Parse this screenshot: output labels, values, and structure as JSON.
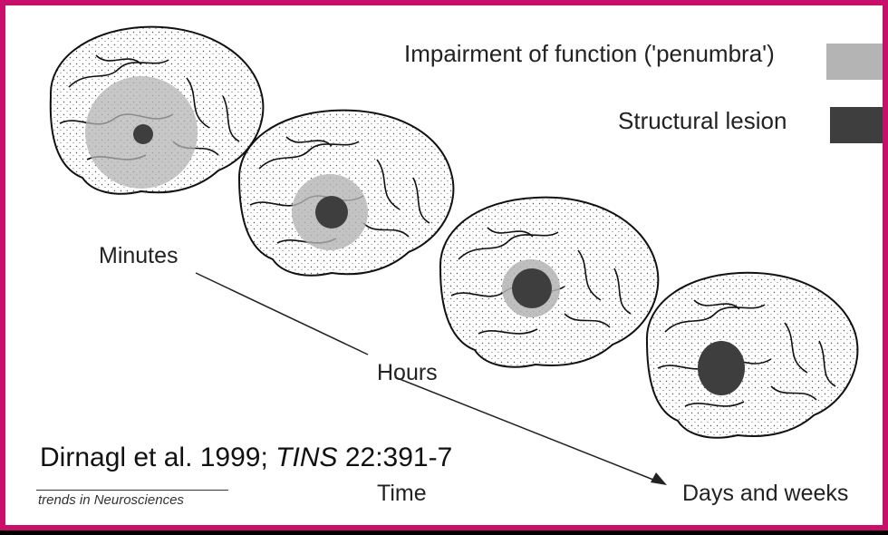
{
  "legend": {
    "penumbra_label": "Impairment of function ('penumbra')",
    "lesion_label": "Structural lesion",
    "penumbra_color": "#b4b4b4",
    "lesion_color": "#3e3e3e"
  },
  "timeline": {
    "start_label": "Minutes",
    "middle_label": "Hours",
    "end_label": "Days and weeks",
    "axis_label": "Time"
  },
  "citation": {
    "authors": "Dirnagl et al. 1999; ",
    "journal": "TINS",
    "reference": " 22:391-7"
  },
  "source": {
    "journal_name": "trends in Neurosciences"
  },
  "frame_color": "#c8106a",
  "stages": [
    {
      "stage": "minutes",
      "penumbra_fraction": 1.0,
      "lesion_fraction": 0.18
    },
    {
      "stage": "hours",
      "penumbra_fraction": 0.75,
      "lesion_fraction": 0.45
    },
    {
      "stage": "hours-late",
      "penumbra_fraction": 0.55,
      "lesion_fraction": 0.7
    },
    {
      "stage": "days-and-weeks",
      "penumbra_fraction": 0.0,
      "lesion_fraction": 1.0
    }
  ]
}
